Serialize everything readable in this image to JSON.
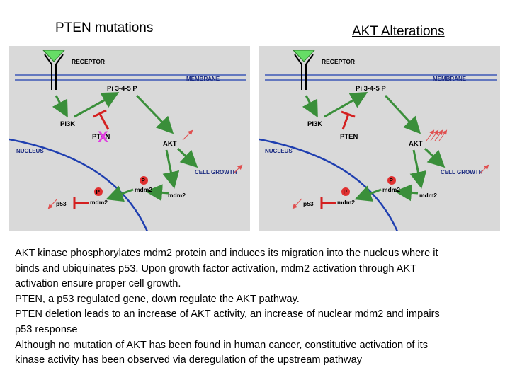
{
  "headings": {
    "left": "PTEN mutations",
    "right": "AKT Alterations"
  },
  "colors": {
    "panel_bg": "#d9d9d9",
    "arrow_green": "#3a8f3a",
    "membrane_blue": "#1f3fb0",
    "inhibit_red": "#d42020",
    "node_red": "#e03030",
    "receptor_triangle": "#66dd66",
    "mutation_x": "#e040e0"
  },
  "diagram_left": {
    "receptor": "RECEPTOR",
    "membrane": "MEMBRANE",
    "pip3": "Pi 3-4-5 P",
    "pi3k": "PI3K",
    "pten": "PTEN",
    "pten_mutation_mark": "X",
    "akt": "AKT",
    "nucleus": "NUCLEUS",
    "cell_growth": "CELL GROWTH",
    "p_badge_1": "P",
    "p_badge_2": "P",
    "mdm2_cyto": "mdm2",
    "mdm2_upper": "mdm2",
    "mdm2_nuclear": "mdm2",
    "p53": "p53"
  },
  "diagram_right": {
    "receptor": "RECEPTOR",
    "membrane": "MEMBRANE",
    "pip3": "Pi 3-4-5 P",
    "pi3k": "PI3K",
    "pten": "PTEN",
    "akt": "AKT",
    "nucleus": "NUCLEUS",
    "cell_growth": "CELL GROWTH",
    "p_badge_1": "P",
    "p_badge_2": "P",
    "mdm2_cyto": "mdm2",
    "mdm2_upper": "mdm2",
    "mdm2_nuclear": "mdm2",
    "p53": "p53"
  },
  "body_lines": [
    "AKT kinase phosphorylates mdm2 protein and induces its migration into the nucleus where it",
    "binds and ubiquinates p53. Upon growth factor activation, mdm2 activation through AKT",
    "activation ensure proper cell growth.",
    "PTEN, a p53 regulated gene, down regulate the AKT pathway.",
    "PTEN deletion leads to an increase of AKT activity, an increase of nuclear mdm2 and impairs",
    "p53 response",
    "Although no mutation of AKT has been found in human cancer, constitutive activation of its",
    "kinase activity has been observed via deregulation of the upstream pathway"
  ]
}
